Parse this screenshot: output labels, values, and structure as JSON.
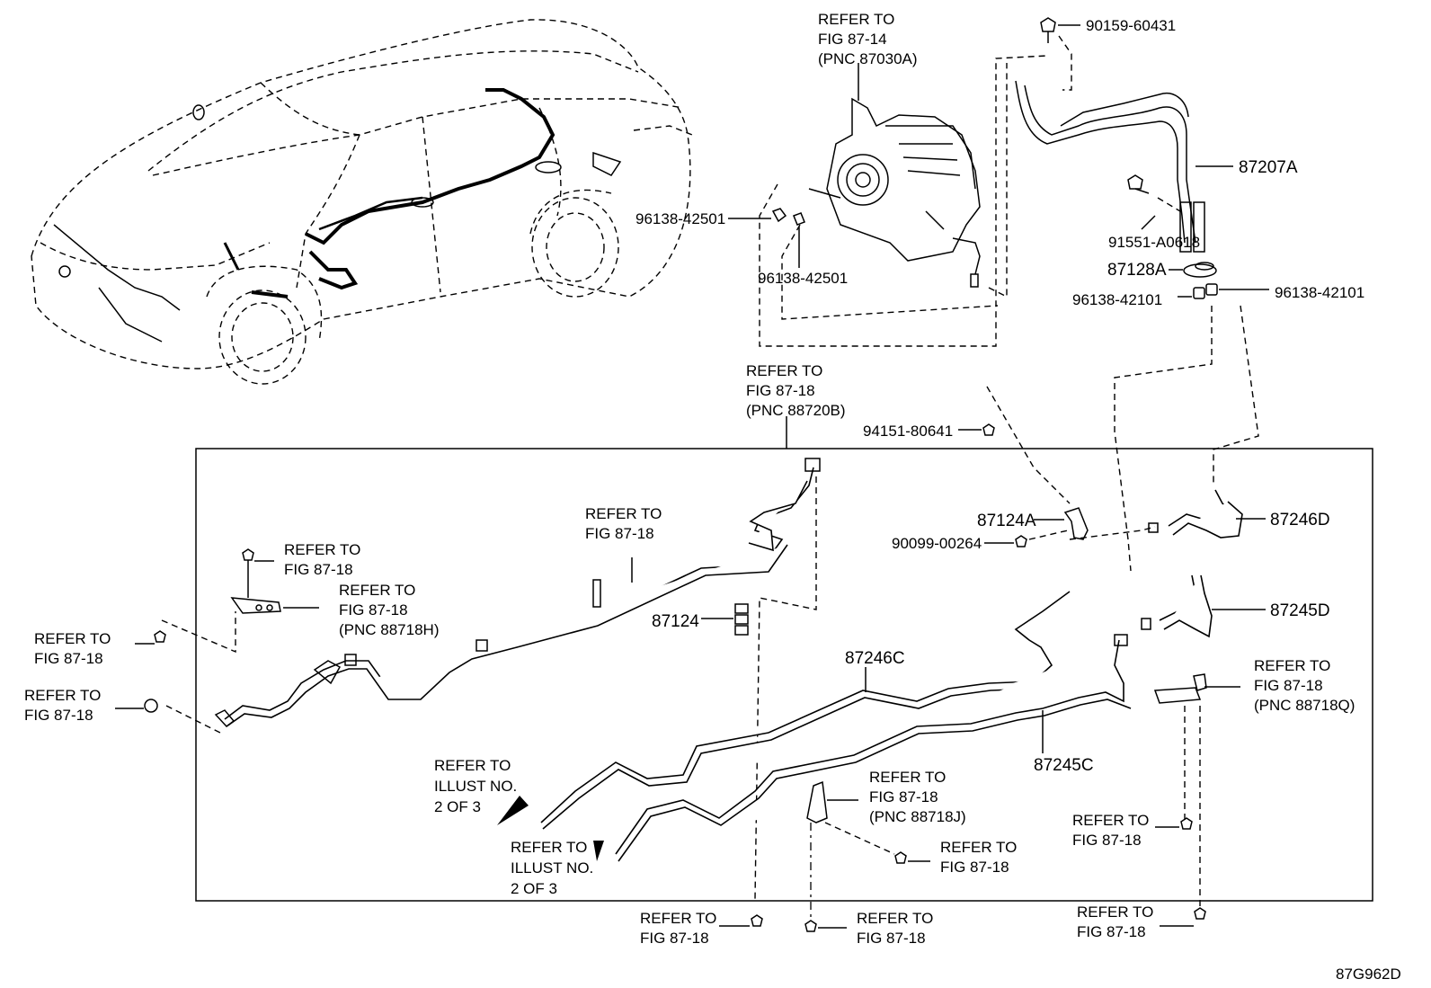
{
  "labels": {
    "ref_87_14": [
      "REFER TO",
      "FIG 87-14",
      "(PNC 87030A)"
    ],
    "ref_87_18_pnc_88720b": [
      "REFER TO",
      "FIG 87-18",
      "(PNC 88720B)"
    ],
    "ref_87_18_pnc_88718h": [
      "REFER TO",
      "FIG 87-18",
      "(PNC 88718H)"
    ],
    "ref_87_18_pnc_88718q": [
      "REFER TO",
      "FIG 87-18",
      "(PNC 88718Q)"
    ],
    "ref_87_18_pnc_88718j": [
      "REFER TO",
      "FIG 87-18",
      "(PNC 88718J)"
    ],
    "ref_87_18": [
      "REFER TO",
      "FIG 87-18"
    ],
    "ref_illust": [
      "REFER TO",
      "ILLUST NO.",
      "2 OF 3"
    ]
  },
  "parts": {
    "p90159": "90159-60431",
    "p87207a": "87207A",
    "p91551": "91551-A0618",
    "p87128a": "87128A",
    "p96138_42101": "96138-42101",
    "p96138_42501": "96138-42501",
    "p94151": "94151-80641",
    "p87124a": "87124A",
    "p90099": "90099-00264",
    "p87124": "87124",
    "p87246d": "87246D",
    "p87245d": "87245D",
    "p87246c": "87246C",
    "p87245c": "87245C"
  },
  "illustration_code": "87G962D"
}
